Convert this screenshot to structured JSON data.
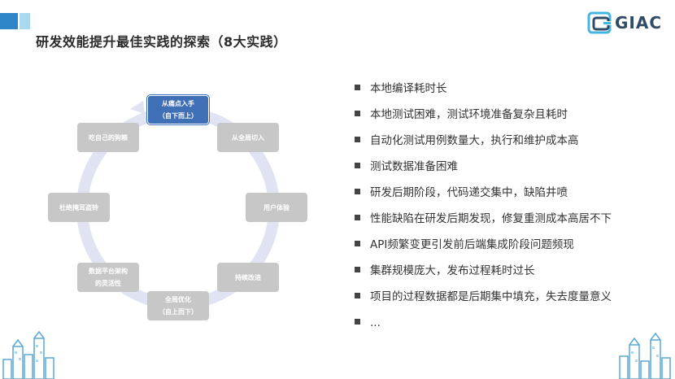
{
  "header": {
    "title": "研发效能提升最佳实践的探索（8大实践）",
    "logo_text": "GIAC"
  },
  "cycle": {
    "nodes": [
      {
        "lines": [
          "从痛点入手",
          "（自下而上）"
        ]
      },
      {
        "lines": [
          "从全局切入"
        ]
      },
      {
        "lines": [
          "用户体验"
        ]
      },
      {
        "lines": [
          "持续改进"
        ]
      },
      {
        "lines": [
          "全局优化",
          "（自上而下）"
        ]
      },
      {
        "lines": [
          "数据平台架构",
          "的灵活性"
        ]
      },
      {
        "lines": [
          "杜绝掩耳盗铃"
        ]
      },
      {
        "lines": [
          "吃自己的狗粮"
        ]
      }
    ]
  },
  "bullets": [
    "本地编译耗时长",
    "本地测试困难，测试环境准备复杂且耗时",
    "自动化测试用例数量大，执行和维护成本高",
    "测试数据准备困难",
    "研发后期阶段，代码递交集中，缺陷井喷",
    "性能缺陷在研发后期发现，修复重测成本高居不下",
    "API频繁变更引发前后端集成阶段问题频现",
    "集群规模庞大，发布过程耗时过长",
    "项目的过程数据都是后期集中填充，失去度量意义",
    "..."
  ],
  "colors": {
    "accent_blue": "#2e86c8",
    "accent_light": "#a9d8ef",
    "node_start": "#3f6fb5",
    "node_gray": "#c7c7c7",
    "ring": "#dfe3f2"
  }
}
